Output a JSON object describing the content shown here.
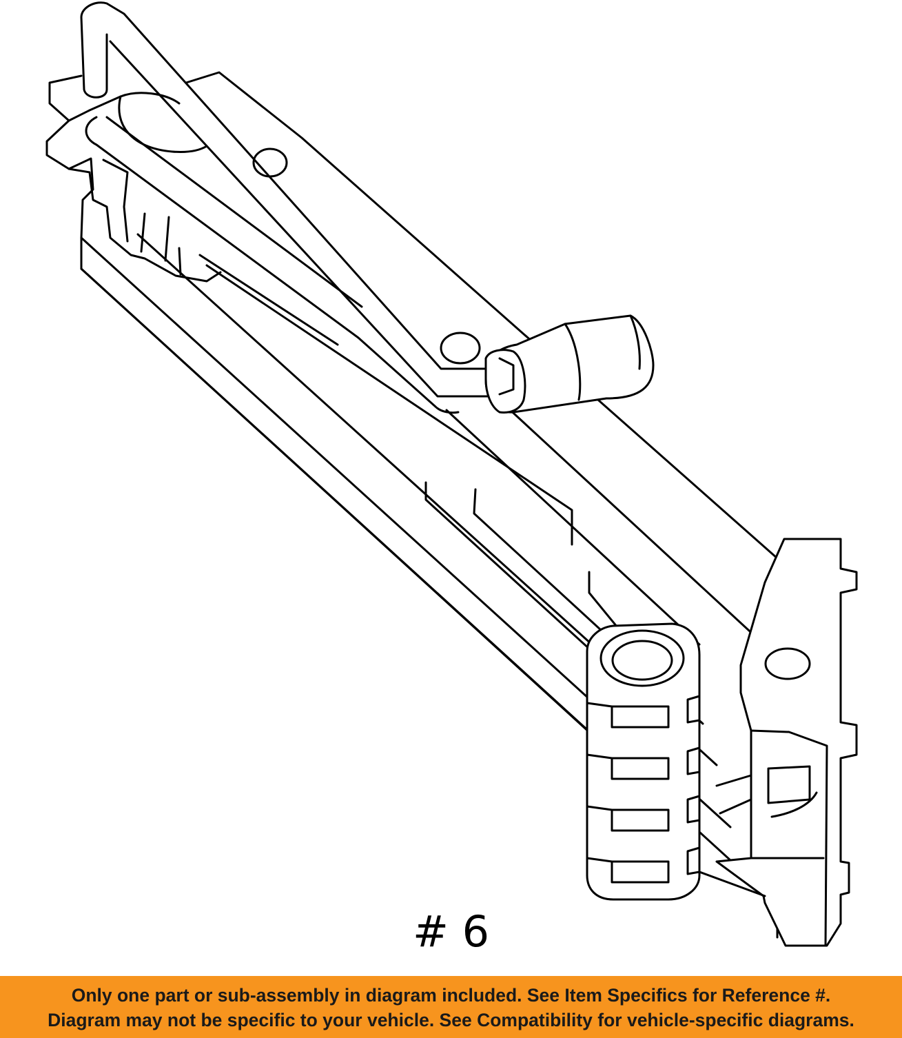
{
  "diagram": {
    "reference_label": "# 6"
  },
  "footer": {
    "line1": "Only one part or sub-assembly in diagram included. See Item Specifics for Reference #.",
    "line2": "Diagram may not be specific to your vehicle. See Compatibility for vehicle-specific diagrams."
  },
  "colors": {
    "banner_background": "#f7941e",
    "banner_text": "#1a1a1a",
    "line_art": "#000000"
  }
}
